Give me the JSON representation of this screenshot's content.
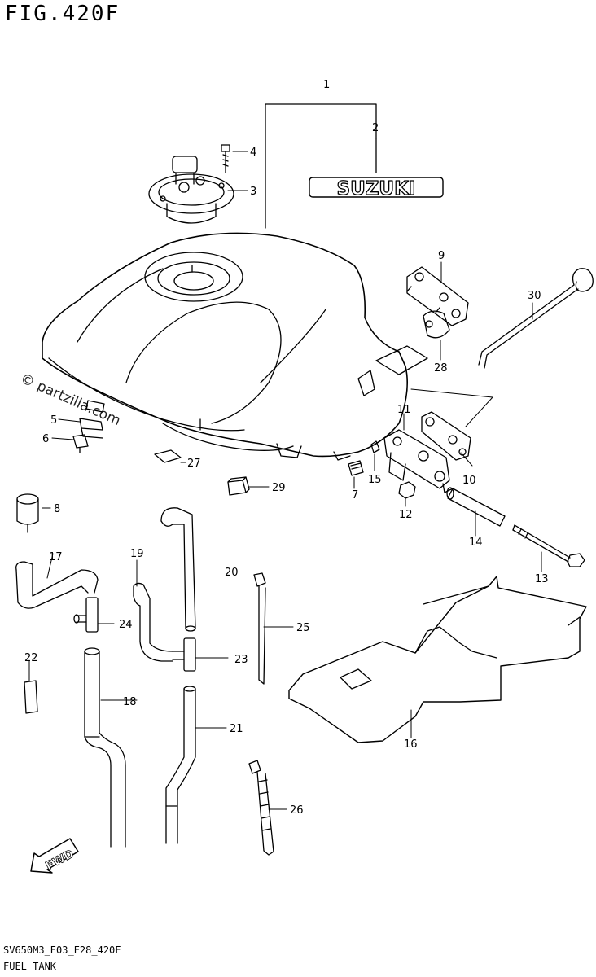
{
  "header": {
    "figure_title": "FIG.420F"
  },
  "footer": {
    "diagram_code": "SV650M3_E03_E28_420F",
    "section_name": "FUEL TANK"
  },
  "watermark": {
    "text": "© partzilla.com"
  },
  "badge": {
    "text": "SUZUKI"
  },
  "arrow": {
    "text": "FWD"
  },
  "callouts": [
    {
      "id": "1",
      "name": "callout-1"
    },
    {
      "id": "2",
      "name": "callout-2"
    },
    {
      "id": "3",
      "name": "callout-3"
    },
    {
      "id": "4",
      "name": "callout-4"
    },
    {
      "id": "5",
      "name": "callout-5"
    },
    {
      "id": "6",
      "name": "callout-6"
    },
    {
      "id": "7",
      "name": "callout-7"
    },
    {
      "id": "8",
      "name": "callout-8"
    },
    {
      "id": "9",
      "name": "callout-9"
    },
    {
      "id": "10",
      "name": "callout-10"
    },
    {
      "id": "11",
      "name": "callout-11"
    },
    {
      "id": "12",
      "name": "callout-12"
    },
    {
      "id": "13",
      "name": "callout-13"
    },
    {
      "id": "14",
      "name": "callout-14"
    },
    {
      "id": "15",
      "name": "callout-15"
    },
    {
      "id": "16",
      "name": "callout-16"
    },
    {
      "id": "17",
      "name": "callout-17"
    },
    {
      "id": "18",
      "name": "callout-18"
    },
    {
      "id": "19",
      "name": "callout-19"
    },
    {
      "id": "20",
      "name": "callout-20"
    },
    {
      "id": "21",
      "name": "callout-21"
    },
    {
      "id": "22",
      "name": "callout-22"
    },
    {
      "id": "23",
      "name": "callout-23"
    },
    {
      "id": "24",
      "name": "callout-24"
    },
    {
      "id": "25",
      "name": "callout-25"
    },
    {
      "id": "26",
      "name": "callout-26"
    },
    {
      "id": "27",
      "name": "callout-27"
    },
    {
      "id": "28",
      "name": "callout-28"
    },
    {
      "id": "29",
      "name": "callout-29"
    },
    {
      "id": "30",
      "name": "callout-30"
    }
  ]
}
